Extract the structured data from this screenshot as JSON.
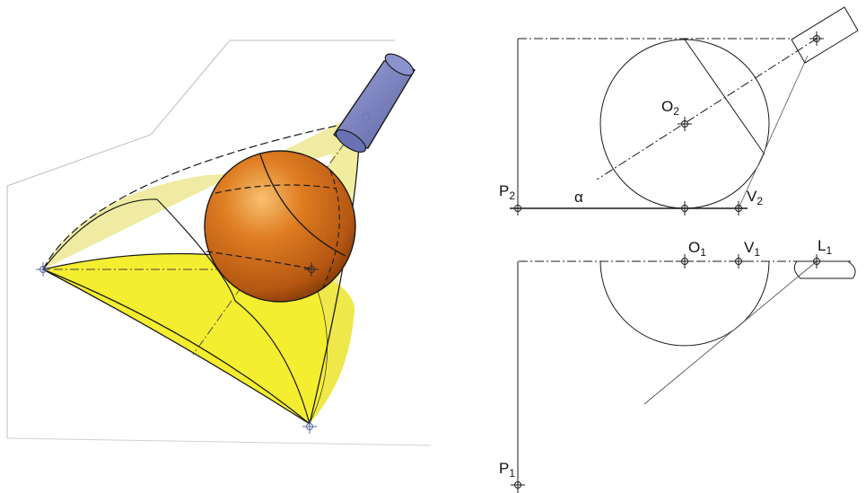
{
  "colors": {
    "cone_light": "#f2ee9c",
    "cone_bright": "#f4ee30",
    "cone_shadow": "#d8d38a",
    "sphere_main": "#d9771e",
    "sphere_dark": "#8a3e08",
    "sphere_highlight": "#f6b860",
    "lamp_body": "#7d86c4",
    "line": "#1a1a1a"
  },
  "icons": {
    "lamp": "flashlight-icon",
    "point_marker": "crosshair-circle-icon"
  },
  "labels": {
    "p2": {
      "main": "P",
      "sub": "2"
    },
    "o2": {
      "main": "O",
      "sub": "2"
    },
    "v2": {
      "main": "V",
      "sub": "2"
    },
    "alpha": "α",
    "o1": {
      "main": "O",
      "sub": "1"
    },
    "v1": {
      "main": "V",
      "sub": "1"
    },
    "l1": {
      "main": "L",
      "sub": "1"
    },
    "p1": {
      "main": "P",
      "sub": "1"
    }
  }
}
